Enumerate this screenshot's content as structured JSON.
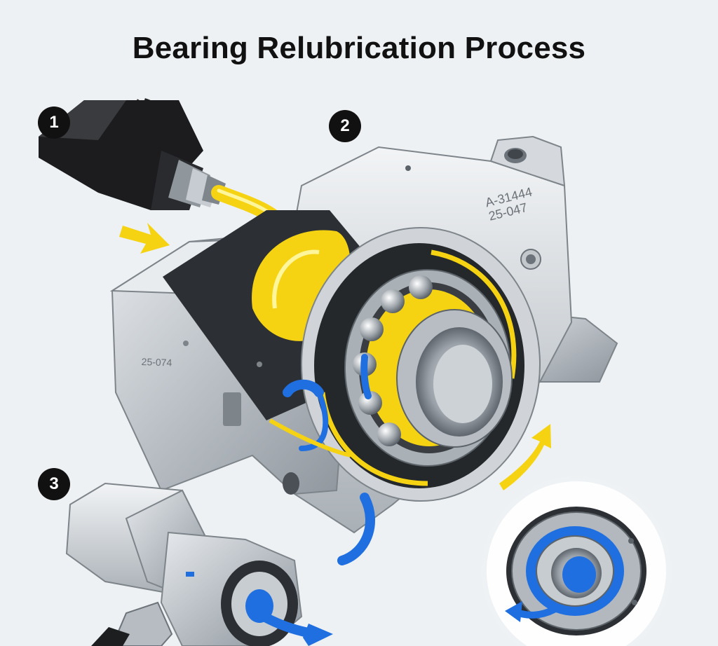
{
  "title": "Bearing Relubrication Process",
  "steps": [
    "1",
    "2",
    "3"
  ],
  "housing_markings": {
    "top_line1": "A-31444",
    "top_line2": "25-047",
    "side": "25-074"
  },
  "colors": {
    "grease": "#f5d312",
    "flushed_lubricant": "#1f6fe0",
    "metal": "#c2c7cc",
    "background": "#eef1f3"
  },
  "icons": [
    "grease-gun-icon",
    "bearing-housing-icon",
    "drain-fitting-icon",
    "bearing-detail-icon",
    "flow-arrow-icon"
  ]
}
